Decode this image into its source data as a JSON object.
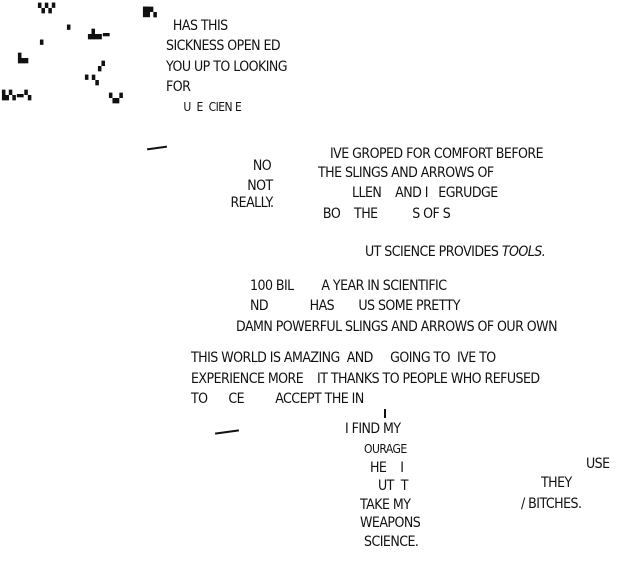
{
  "top_block": [
    "  HAS THIS",
    "SICKNESS OPEN ED",
    "YOU UP TO LOOKING",
    "FOR",
    "      U  E  CIEN E"
  ],
  "no_block": [
    "NO",
    "NOT",
    "REALLY."
  ],
  "groped_block": [
    "IVE GROPED FOR COMFORT BEFORE",
    "THE SLINGS AND ARROWS OF",
    "LLEN    AND I   EGRUDGE",
    "  BO    THE          S OF S"
  ],
  "tools_line": {
    "before": "UT SCIENCE PROVIDES ",
    "emph": "TOOLS."
  },
  "billion_block": [
    "100 BIL        A YEAR IN SCIENTIFIC",
    "ND            HAS       US SOME PRETTY",
    "DAMN POWERFUL SLINGS AND ARROWS OF OUR OWN"
  ],
  "world_block": [
    "THIS WORLD IS AMAZING  AND     GOING TO  IVE TO",
    "EXPERIENCE MORE    IT THANKS TO PEOPLE WHO REFUSED",
    "TO      CE         ACCEPT THE IN"
  ],
  "courage_block": [
    "I FIND MY",
    "OURAGE",
    "HE    I",
    "UT  T",
    "TAKE MY",
    "WEAPONS",
    "SCIENCE."
  ],
  "bitches_block": [
    "USE",
    "THEY ",
    "BITCHES."
  ]
}
